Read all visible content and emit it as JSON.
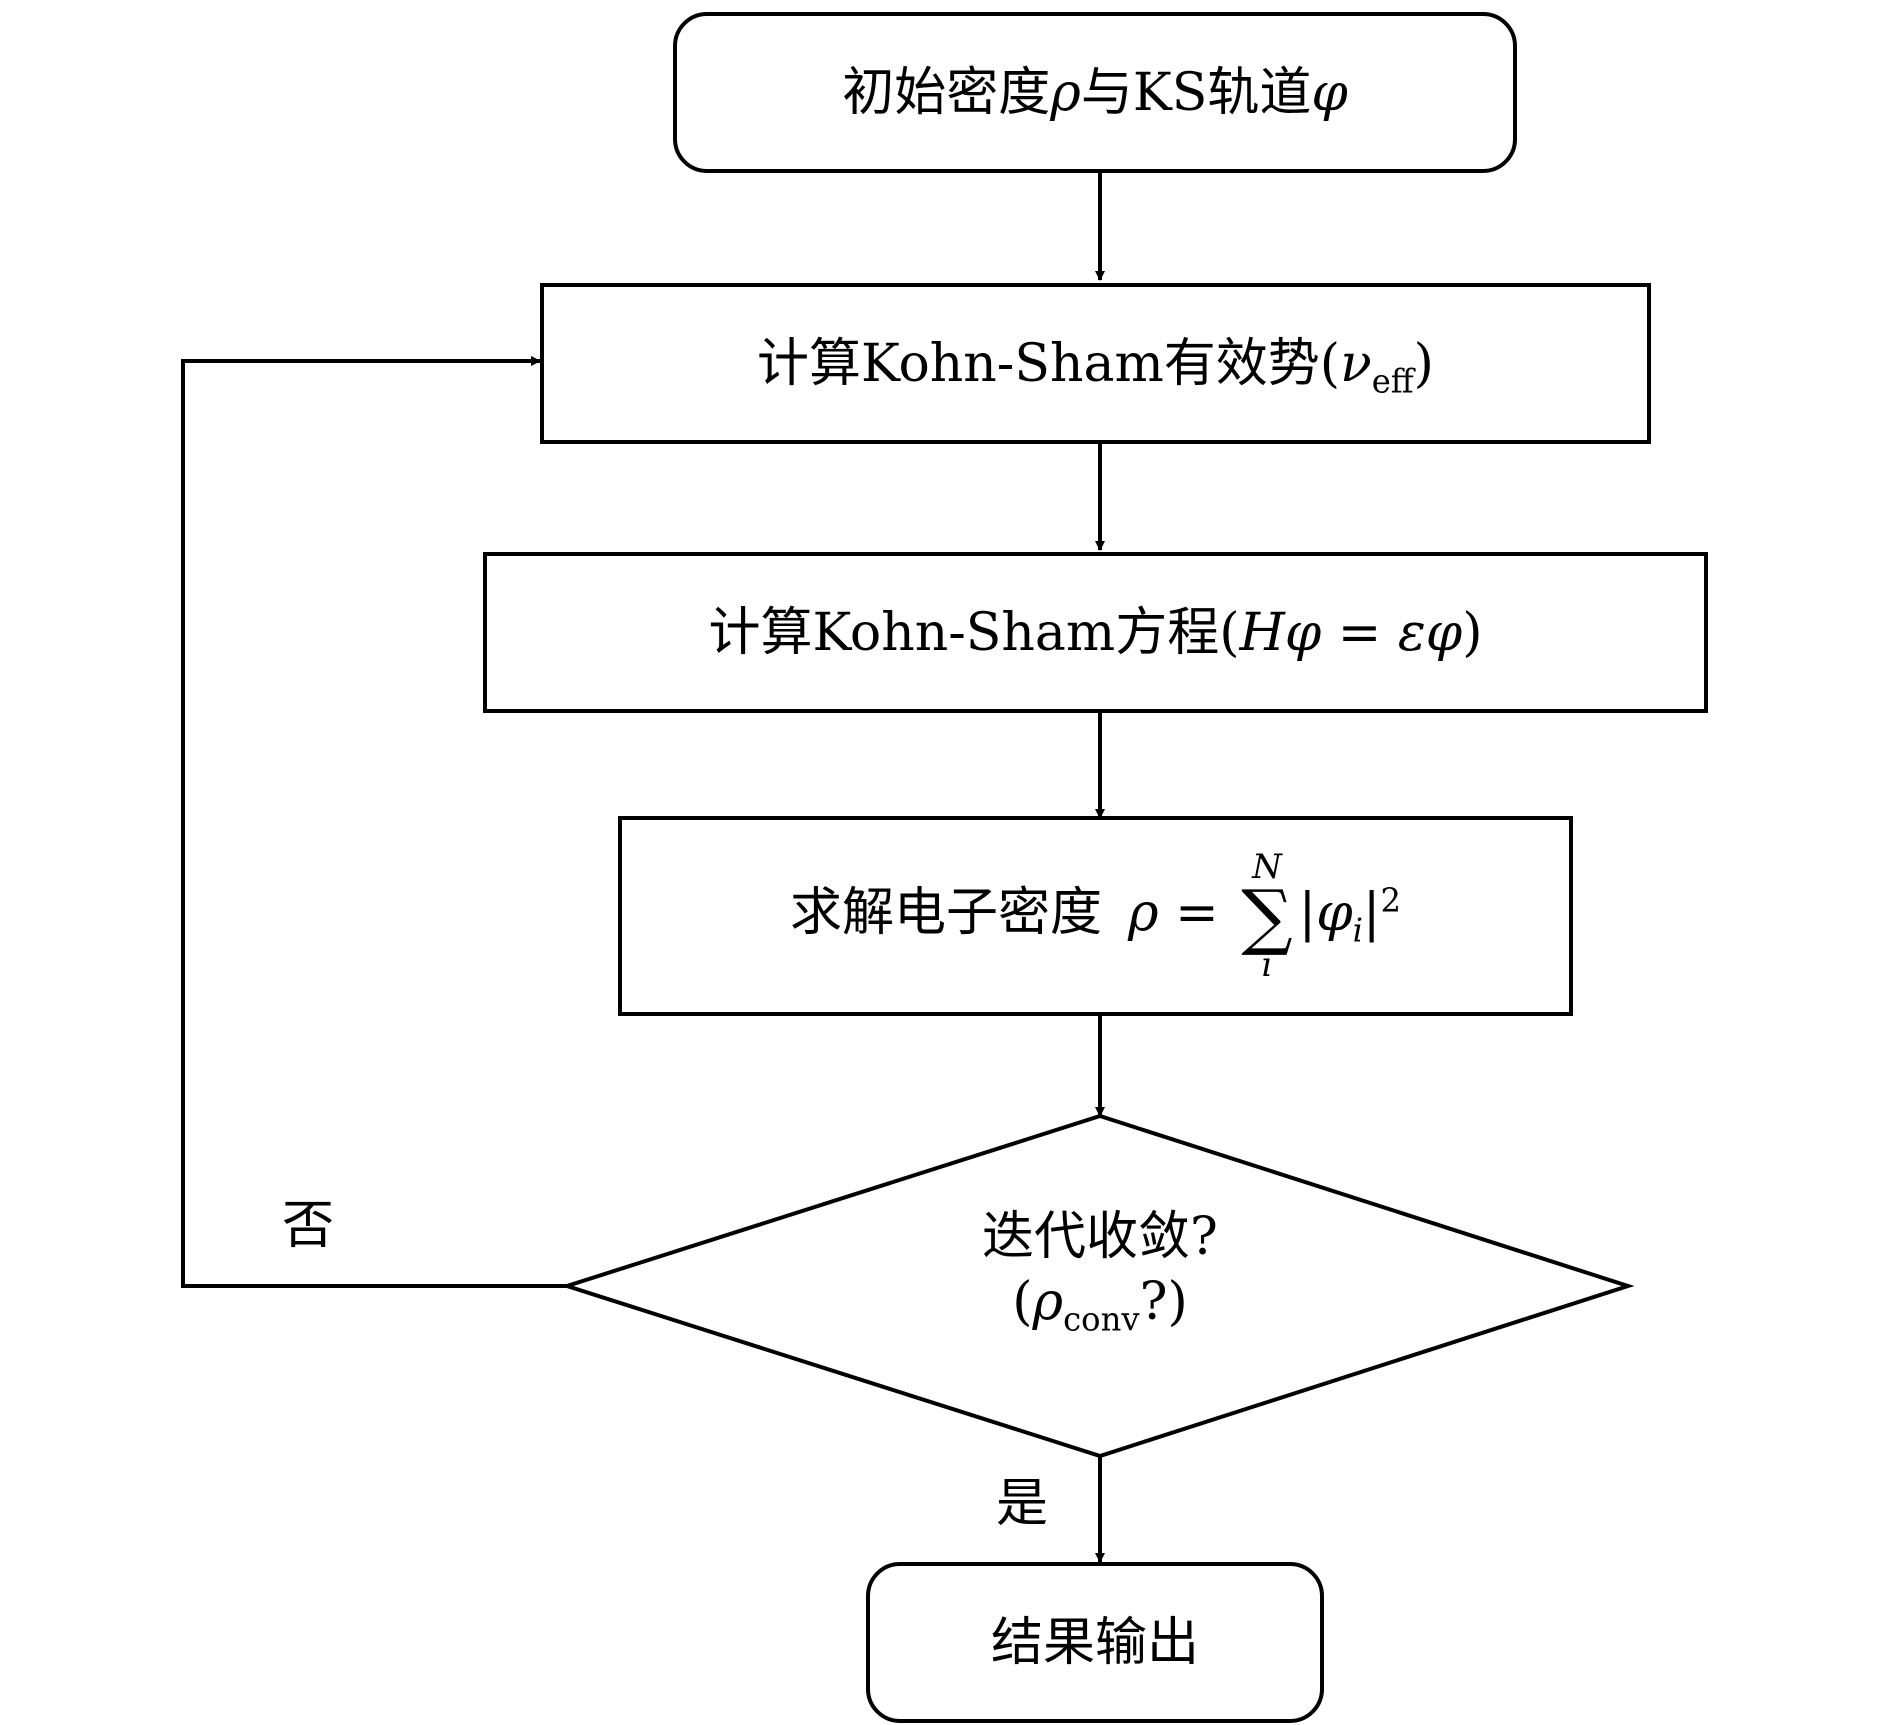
{
  "nodes": {
    "start": {
      "pre": "初始密度",
      "rho": "ρ",
      "mid": "与KS轨道",
      "phi": "φ"
    },
    "veff": {
      "pre": "计算Kohn-Sham有效势(",
      "nu": "ν",
      "sub": "eff",
      "close": ")"
    },
    "ks_eq": {
      "pre": "计算Kohn-Sham方程(",
      "lhs": "Hφ",
      "eq": " = ",
      "rhs": "εφ",
      "close": ")"
    },
    "density": {
      "pre": "求解电子密度",
      "rho": "ρ",
      "eq": " = ",
      "sum": "∑",
      "sum_upper": "N",
      "sum_lower": "i",
      "abs_open": "|",
      "phi": "φ",
      "phi_sub": "i",
      "abs_close": "|",
      "exp": "2"
    },
    "decision": {
      "line1": "迭代收敛?",
      "open": "(",
      "rho": "ρ",
      "sub": "conv",
      "tail": "?)"
    },
    "end": {
      "label": "结果输出"
    }
  },
  "edges": {
    "no_label": "否",
    "yes_label": "是"
  }
}
